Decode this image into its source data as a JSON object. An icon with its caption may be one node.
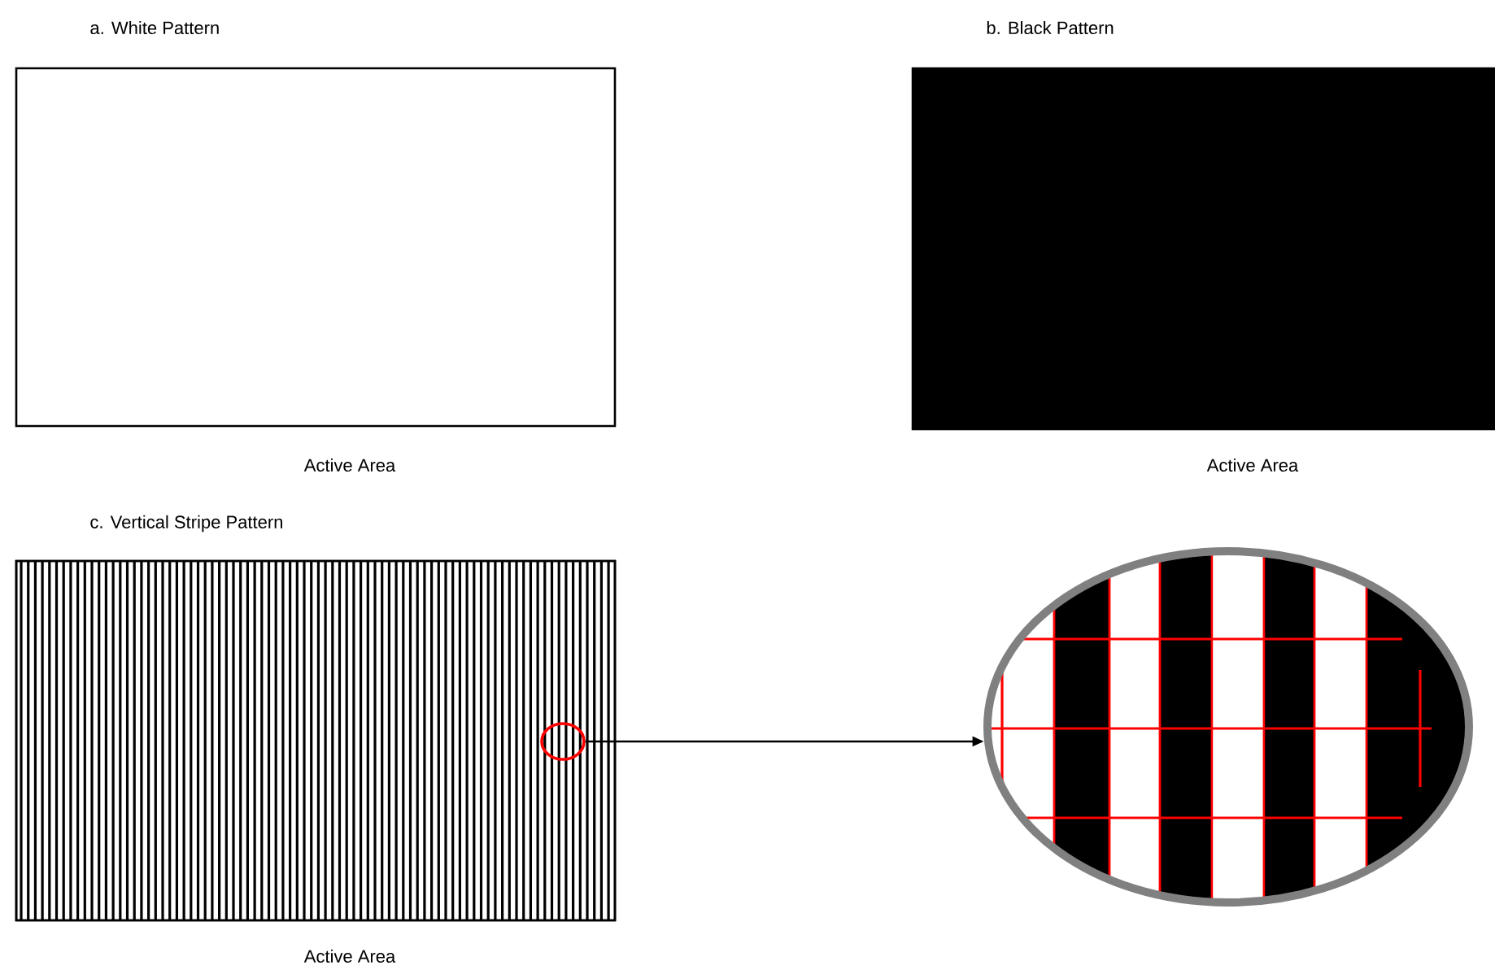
{
  "diagram": {
    "nodes": [
      {
        "text": [
          "a. White Pattern"
        ],
        "beside": [
          "Active Area"
        ]
      },
      {
        "text": [
          "b. Black Pattern"
        ],
        "beside": [
          "Active Area"
        ]
      },
      {
        "text": [
          "c. Vertical Stripe Pattern"
        ],
        "beside": [
          "Active Area"
        ]
      },
      {
        "text": [],
        "shape": "circle",
        "in": 2
      },
      {
        "text": [],
        "shape": "circle"
      }
    ],
    "edges": [
      {
        "from": 3,
        "to": 4,
        "arrow": "to"
      }
    ]
  }
}
